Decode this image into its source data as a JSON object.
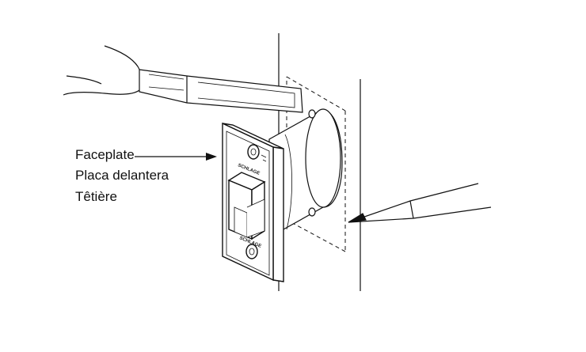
{
  "figure": {
    "callout": {
      "lines": [
        "Faceplate",
        "Placa delantera",
        "Têtière"
      ]
    },
    "faceplate_stamp": "SCHLAGE",
    "icons": [
      "hand-icon",
      "screwdriver-icon",
      "pencil-icon"
    ],
    "colors": {
      "line": "#111111",
      "background": "#ffffff"
    }
  }
}
